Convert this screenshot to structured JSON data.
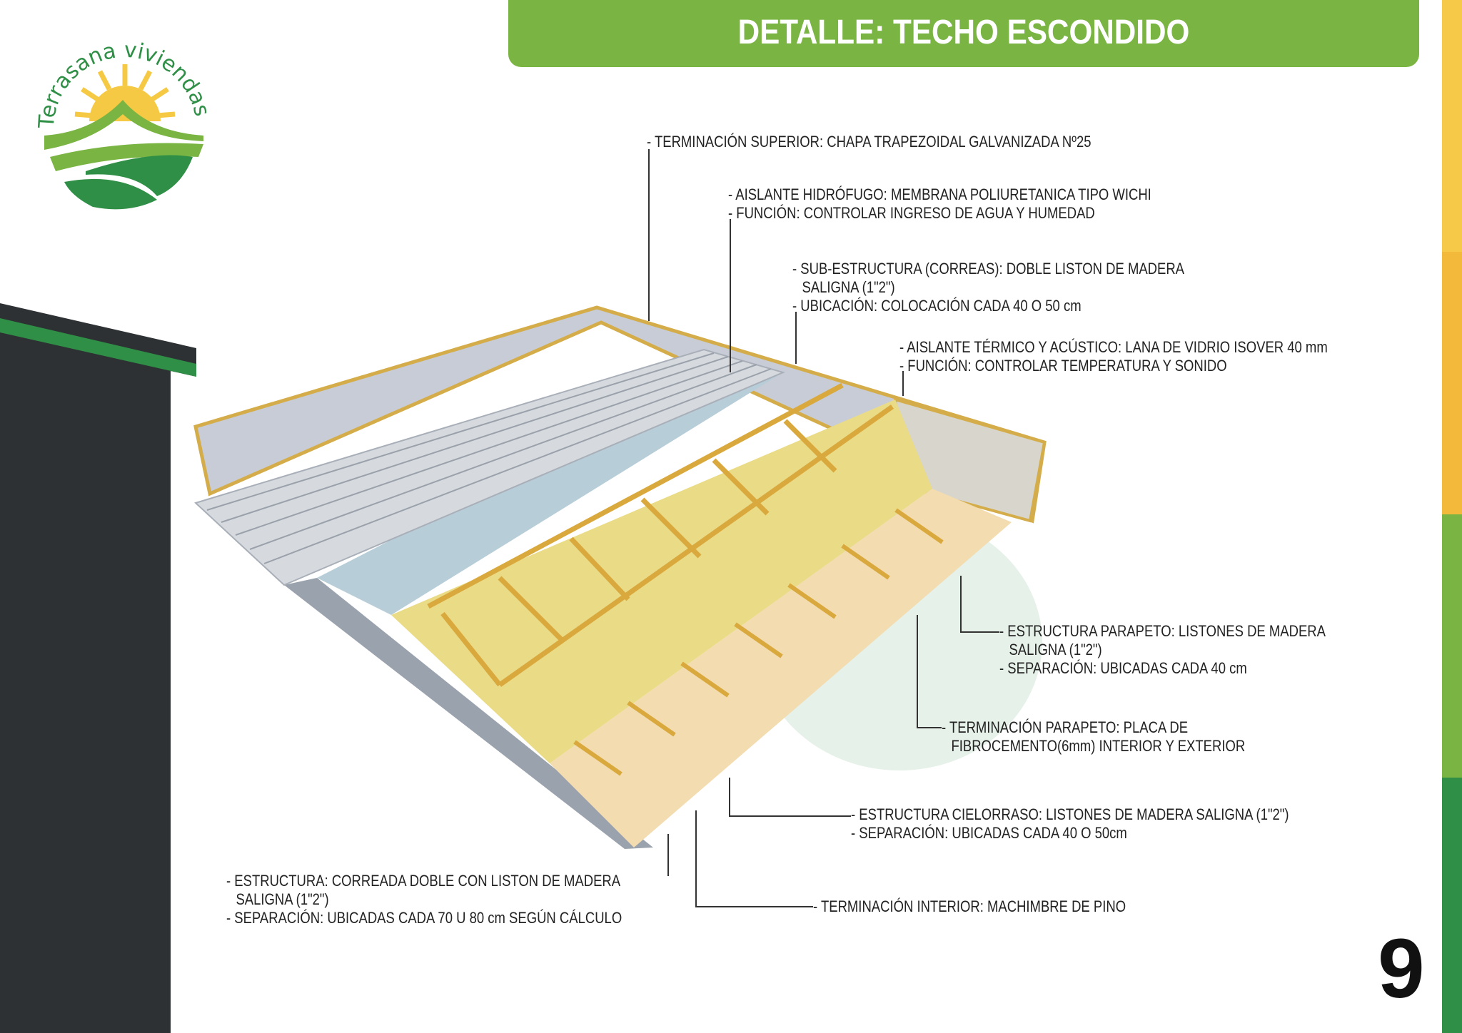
{
  "header": {
    "title": "DETALLE: TECHO ESCONDIDO"
  },
  "logo": {
    "text": "Terrasana viviendas"
  },
  "colors": {
    "brand_green": "#7ab443",
    "dark_green": "#2f8f46",
    "yellow": "#f6c944",
    "dark_panel": "#2d3133"
  },
  "labels": [
    {
      "lines": [
        "- TERMINACIÓN SUPERIOR: CHAPA TRAPEZOIDAL GALVANIZADA Nº25"
      ]
    },
    {
      "lines": [
        "- AISLANTE HIDRÓFUGO: MEMBRANA POLIURETANICA TIPO WICHI",
        "- FUNCIÓN: CONTROLAR INGRESO DE AGUA Y HUMEDAD"
      ]
    },
    {
      "lines": [
        "- SUB-ESTRUCTURA (CORREAS): DOBLE LISTON DE MADERA",
        "SALIGNA (1\"2\")",
        "- UBICACIÓN: COLOCACIÓN CADA 40 O 50 cm"
      ]
    },
    {
      "lines": [
        "- AISLANTE TÉRMICO Y ACÚSTICO: LANA DE VIDRIO ISOVER 40 mm",
        "- FUNCIÓN: CONTROLAR TEMPERATURA Y SONIDO"
      ]
    },
    {
      "lines": [
        "- ESTRUCTURA PARAPETO: LISTONES DE MADERA",
        "SALIGNA (1\"2\")",
        "- SEPARACIÓN: UBICADAS CADA 40 cm"
      ]
    },
    {
      "lines": [
        "- TERMINACIÓN PARAPETO: PLACA DE",
        "FIBROCEMENTO(6mm)  INTERIOR Y EXTERIOR"
      ]
    },
    {
      "lines": [
        "- ESTRUCTURA CIELORRASO: LISTONES DE MADERA SALIGNA (1\"2\")",
        "- SEPARACIÓN: UBICADAS CADA 40 O 50cm"
      ]
    },
    {
      "lines": [
        "- ESTRUCTURA: CORREADA DOBLE CON LISTON DE MADERA",
        "SALIGNA (1\"2\")",
        "- SEPARACIÓN: UBICADAS CADA 70 U 80 cm SEGÚN CÁLCULO"
      ]
    },
    {
      "lines": [
        "- TERMINACIÓN INTERIOR: MACHIMBRE DE PINO"
      ]
    }
  ],
  "page_number": "9"
}
